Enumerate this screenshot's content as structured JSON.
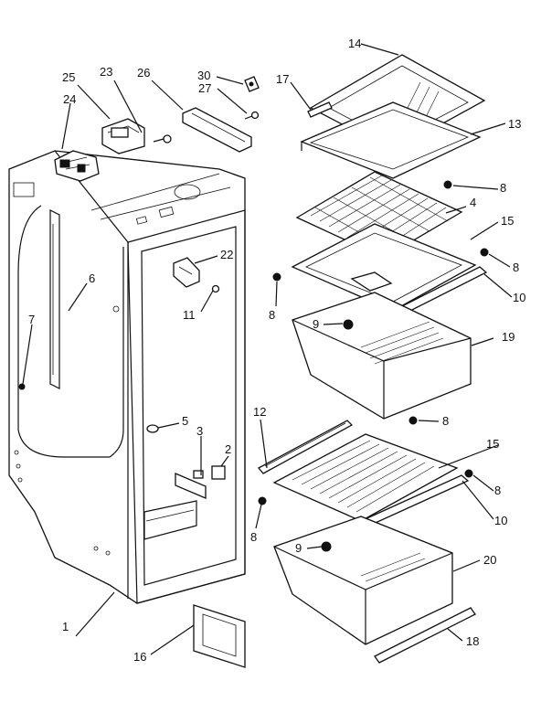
{
  "labels": {
    "p1": "1",
    "p2": "2",
    "p3": "3",
    "p4": "4",
    "p5": "5",
    "p6": "6",
    "p7": "7",
    "p8a": "8",
    "p8b": "8",
    "p8c": "8",
    "p8d": "8",
    "p8e": "8",
    "p8f": "8",
    "p9a": "9",
    "p9b": "9",
    "p10a": "10",
    "p10b": "10",
    "p11": "11",
    "p12": "12",
    "p13": "13",
    "p14": "14",
    "p15a": "15",
    "p15b": "15",
    "p16": "16",
    "p17": "17",
    "p18": "18",
    "p19": "19",
    "p20": "20",
    "p22": "22",
    "p23": "23",
    "p24": "24",
    "p25": "25",
    "p26": "26",
    "p27": "27",
    "p30": "30"
  }
}
